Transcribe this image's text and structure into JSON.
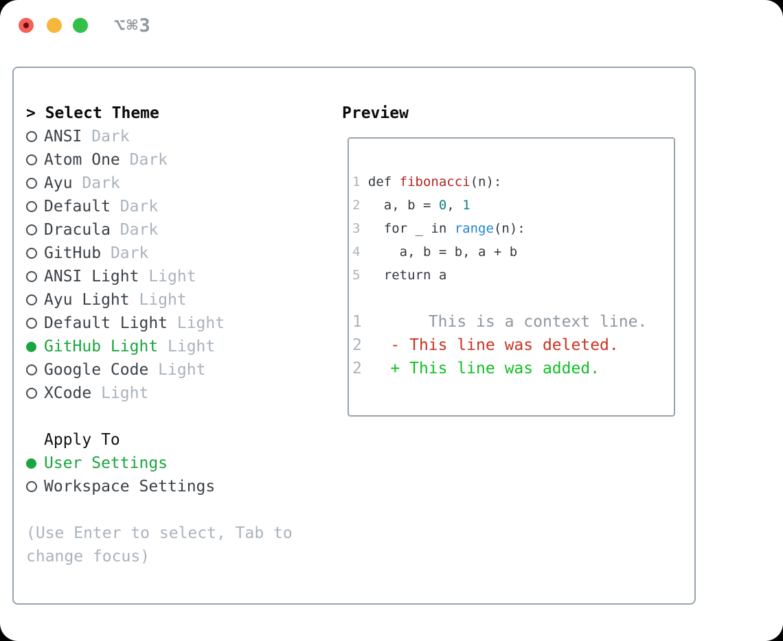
{
  "window": {
    "shortcut": "⌥⌘3",
    "controls": [
      {
        "name": "close",
        "color": "#f4605a",
        "dot_color": "#6e0c0c"
      },
      {
        "name": "minimize",
        "color": "#f6b73c"
      },
      {
        "name": "zoom",
        "color": "#33c048"
      }
    ]
  },
  "theme_panel": {
    "prompt": ">",
    "title": "Select Theme",
    "themes": [
      {
        "name": "ANSI",
        "variant": "Dark",
        "selected": false
      },
      {
        "name": "Atom One",
        "variant": "Dark",
        "selected": false
      },
      {
        "name": "Ayu",
        "variant": "Dark",
        "selected": false
      },
      {
        "name": "Default",
        "variant": "Dark",
        "selected": false
      },
      {
        "name": "Dracula",
        "variant": "Dark",
        "selected": false
      },
      {
        "name": "GitHub",
        "variant": "Dark",
        "selected": false
      },
      {
        "name": "ANSI Light",
        "variant": "Light",
        "selected": false
      },
      {
        "name": "Ayu Light",
        "variant": "Light",
        "selected": false
      },
      {
        "name": "Default Light",
        "variant": "Light",
        "selected": false
      },
      {
        "name": "GitHub Light",
        "variant": "Light",
        "selected": true
      },
      {
        "name": "Google Code",
        "variant": "Light",
        "selected": false
      },
      {
        "name": "XCode",
        "variant": "Light",
        "selected": false
      }
    ],
    "apply_to": {
      "title": "Apply To",
      "options": [
        {
          "label": "User Settings",
          "selected": true
        },
        {
          "label": "Workspace Settings",
          "selected": false
        }
      ]
    },
    "hint_lines": [
      "(Use Enter to select, Tab to",
      "change focus)"
    ]
  },
  "preview": {
    "title": "Preview",
    "code_lines": [
      {
        "num": "1",
        "segments": [
          {
            "t": " def ",
            "c": "code_fg"
          },
          {
            "t": "fibonacci",
            "c": "code_function"
          },
          {
            "t": "(n):",
            "c": "code_fg"
          }
        ]
      },
      {
        "num": "2",
        "segments": [
          {
            "t": "   a, b = ",
            "c": "code_fg"
          },
          {
            "t": "0",
            "c": "code_number"
          },
          {
            "t": ", ",
            "c": "code_fg"
          },
          {
            "t": "1",
            "c": "code_number"
          }
        ]
      },
      {
        "num": "3",
        "segments": [
          {
            "t": "   for _ in ",
            "c": "code_fg"
          },
          {
            "t": "range",
            "c": "code_builtin"
          },
          {
            "t": "(n):",
            "c": "code_fg"
          }
        ]
      },
      {
        "num": "4",
        "segments": [
          {
            "t": "     a, b = b, a + b",
            "c": "code_fg"
          }
        ]
      },
      {
        "num": "5",
        "segments": [
          {
            "t": "   return a",
            "c": "code_fg"
          }
        ]
      }
    ],
    "diff_lines": [
      {
        "num": "1",
        "text": "       This is a context line.",
        "type": "context"
      },
      {
        "num": "2",
        "text": "   - This line was deleted.",
        "type": "deleted"
      },
      {
        "num": "2",
        "text": "   + This line was added.",
        "type": "added"
      }
    ]
  },
  "colors": {
    "accent_green": "#1aa53e",
    "traffic_red": "#f4605a",
    "traffic_red_dot": "#6e0c0c",
    "traffic_yellow": "#f6b73c",
    "traffic_green": "#33c048",
    "border_gray": "#98a2ad",
    "text_dark": "#3a4147",
    "text_muted": "#a9b2bc",
    "code_fg": "#32383e",
    "code_function": "#b3231f",
    "code_number": "#0c7f87",
    "code_builtin": "#2186d4",
    "diff_context": "#8e979f",
    "diff_deleted": "#c93322",
    "diff_added": "#10bf24",
    "line_number": "#a9b2bc"
  }
}
